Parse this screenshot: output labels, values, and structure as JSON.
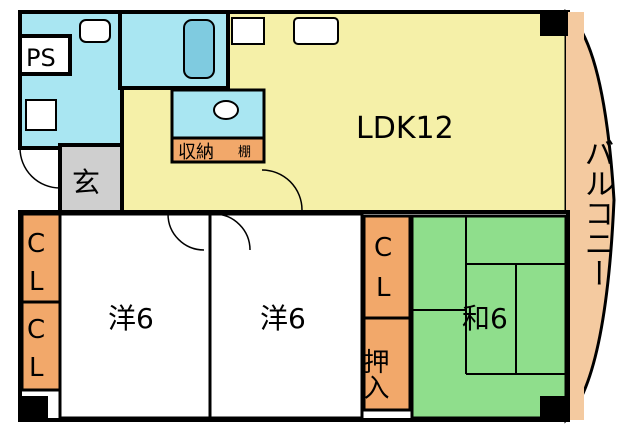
{
  "rooms": {
    "ps": "PS",
    "entrance": "玄",
    "storage": "収納",
    "shelf": "棚",
    "ldk": "LDK12",
    "balcony": "バルコニー",
    "cl1": "CL",
    "cl2": "CL",
    "cl3": "CL",
    "western1": "洋6",
    "western2": "洋6",
    "closet_push": "押入",
    "japanese": "和6"
  },
  "colors": {
    "wall": "#000000",
    "ldk": "#f5f0a8",
    "bath": "#a9e6f2",
    "closet": "#f2a86a",
    "tatami": "#8fde8c",
    "balcony": "#f4caa0",
    "entrance": "#cfcfcf",
    "ps": "#ffffff"
  },
  "icons": [
    "bathtub-icon",
    "stove-icon",
    "kitchen-sink-icon",
    "toilet-icon",
    "washbasin-icon",
    "washing-machine-icon"
  ]
}
